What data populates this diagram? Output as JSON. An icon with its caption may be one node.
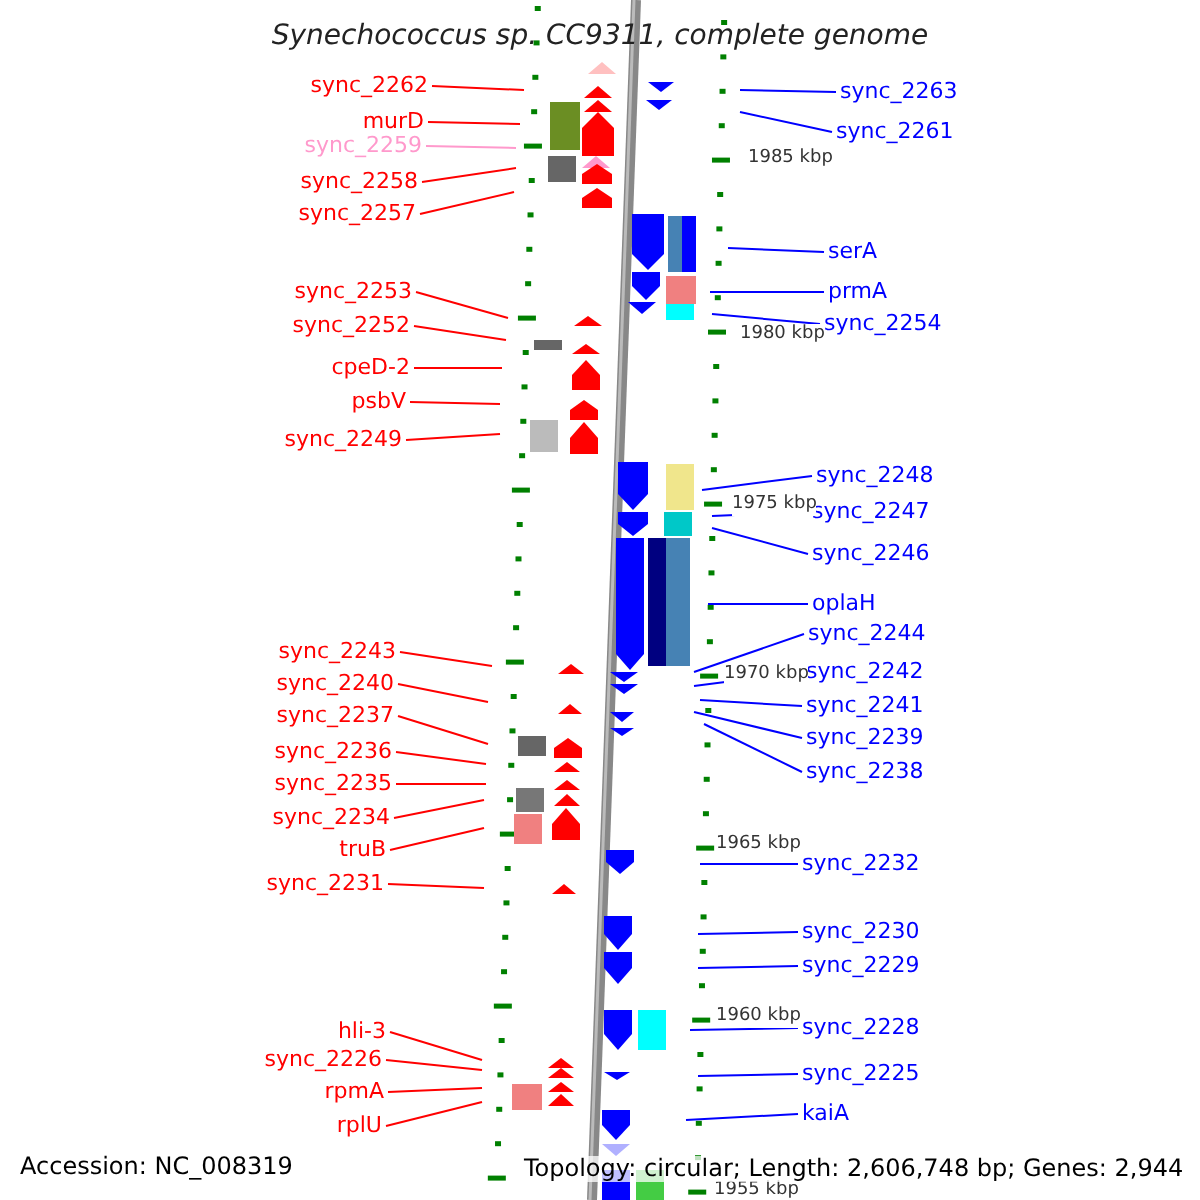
{
  "diagram": {
    "title": "Synechococcus sp. CC9311, complete genome",
    "nodes": [
      {
        "text": [
          "sync_2262"
        ]
      },
      {
        "text": [
          "murD"
        ]
      },
      {
        "text": [
          "sync_2259"
        ]
      },
      {
        "text": [
          "sync_2258"
        ]
      },
      {
        "text": [
          "sync_2257"
        ]
      },
      {
        "text": [
          "sync_2253"
        ]
      },
      {
        "text": [
          "sync_2252"
        ]
      },
      {
        "text": [
          "cpeD-2"
        ]
      },
      {
        "text": [
          "psbV"
        ]
      },
      {
        "text": [
          "sync_2249"
        ]
      },
      {
        "text": [
          "sync_2243"
        ]
      },
      {
        "text": [
          "sync_2240"
        ]
      },
      {
        "text": [
          "sync_2237"
        ]
      },
      {
        "text": [
          "sync_2236"
        ]
      },
      {
        "text": [
          "sync_2235"
        ]
      },
      {
        "text": [
          "sync_2234"
        ]
      },
      {
        "text": [
          "truB"
        ]
      },
      {
        "text": [
          "sync_2231"
        ]
      },
      {
        "text": [
          "hli-3"
        ]
      },
      {
        "text": [
          "sync_2226"
        ]
      },
      {
        "text": [
          "rpmA"
        ]
      },
      {
        "text": [
          "rplU"
        ]
      },
      {
        "text": [
          "sync_2263"
        ]
      },
      {
        "text": [
          "sync_2261"
        ]
      },
      {
        "text": [
          "serA"
        ]
      },
      {
        "text": [
          "prmA"
        ]
      },
      {
        "text": [
          "sync_2254"
        ]
      },
      {
        "text": [
          "sync_2248"
        ]
      },
      {
        "text": [
          "sync_2247"
        ]
      },
      {
        "text": [
          "sync_2246"
        ]
      },
      {
        "text": [
          "oplaH"
        ]
      },
      {
        "text": [
          "sync_2244"
        ]
      },
      {
        "text": [
          "sync_2242"
        ]
      },
      {
        "text": [
          "sync_2241"
        ]
      },
      {
        "text": [
          "sync_2239"
        ]
      },
      {
        "text": [
          "sync_2238"
        ]
      },
      {
        "text": [
          "sync_2232"
        ]
      },
      {
        "text": [
          "sync_2230"
        ]
      },
      {
        "text": [
          "sync_2229"
        ]
      },
      {
        "text": [
          "sync_2228"
        ]
      },
      {
        "text": [
          "sync_2225"
        ]
      },
      {
        "text": [
          "kaiA"
        ]
      }
    ],
    "edges": [
      {
        "from": 0,
        "to": null,
        "arrow": "none"
      },
      {
        "from": 1,
        "to": null,
        "arrow": "none"
      },
      {
        "from": 2,
        "to": null,
        "arrow": "none",
        "color": "#ff99cc"
      },
      {
        "from": 3,
        "to": null,
        "arrow": "none"
      },
      {
        "from": 4,
        "to": null,
        "arrow": "none"
      },
      {
        "from": 5,
        "to": null,
        "arrow": "none"
      },
      {
        "from": 6,
        "to": null,
        "arrow": "none"
      },
      {
        "from": 7,
        "to": null,
        "arrow": "none"
      },
      {
        "from": 8,
        "to": null,
        "arrow": "none"
      },
      {
        "from": 9,
        "to": null,
        "arrow": "none"
      },
      {
        "from": 10,
        "to": null,
        "arrow": "none"
      },
      {
        "from": 11,
        "to": null,
        "arrow": "none"
      },
      {
        "from": 12,
        "to": null,
        "arrow": "none"
      },
      {
        "from": 13,
        "to": null,
        "arrow": "none"
      },
      {
        "from": 14,
        "to": null,
        "arrow": "none"
      },
      {
        "from": 15,
        "to": null,
        "arrow": "none"
      },
      {
        "from": 16,
        "to": null,
        "arrow": "none"
      },
      {
        "from": 17,
        "to": null,
        "arrow": "none"
      },
      {
        "from": 18,
        "to": null,
        "arrow": "none"
      },
      {
        "from": 19,
        "to": null,
        "arrow": "none"
      },
      {
        "from": 20,
        "to": null,
        "arrow": "none"
      },
      {
        "from": 21,
        "to": null,
        "arrow": "none"
      },
      {
        "from": 22,
        "to": null,
        "arrow": "none",
        "color": "#0000ff"
      },
      {
        "from": 23,
        "to": null,
        "arrow": "none",
        "color": "#0000ff"
      },
      {
        "from": 24,
        "to": null,
        "arrow": "none",
        "color": "#0000ff"
      },
      {
        "from": 25,
        "to": null,
        "arrow": "none",
        "color": "#0000ff"
      },
      {
        "from": 26,
        "to": null,
        "arrow": "none",
        "color": "#0000ff"
      },
      {
        "from": 27,
        "to": null,
        "arrow": "none",
        "color": "#0000ff"
      },
      {
        "from": 28,
        "to": null,
        "arrow": "none",
        "color": "#0000ff"
      },
      {
        "from": 29,
        "to": null,
        "arrow": "none",
        "color": "#0000ff"
      },
      {
        "from": 30,
        "to": null,
        "arrow": "none",
        "color": "#0000ff"
      },
      {
        "from": 31,
        "to": null,
        "arrow": "none",
        "color": "#0000ff"
      },
      {
        "from": 32,
        "to": null,
        "arrow": "none",
        "color": "#0000ff"
      },
      {
        "from": 33,
        "to": null,
        "arrow": "none",
        "color": "#0000ff"
      },
      {
        "from": 34,
        "to": null,
        "arrow": "none",
        "color": "#0000ff"
      },
      {
        "from": 35,
        "to": null,
        "arrow": "none",
        "color": "#0000ff"
      },
      {
        "from": 36,
        "to": null,
        "arrow": "none",
        "color": "#0000ff"
      },
      {
        "from": 37,
        "to": null,
        "arrow": "none",
        "color": "#0000ff"
      },
      {
        "from": 38,
        "to": null,
        "arrow": "none",
        "color": "#0000ff"
      },
      {
        "from": 39,
        "to": null,
        "arrow": "none",
        "color": "#0000ff"
      },
      {
        "from": 40,
        "to": null,
        "arrow": "none",
        "color": "#0000ff"
      },
      {
        "from": 41,
        "to": null,
        "arrow": "none",
        "color": "#0000ff"
      }
    ],
    "labels": [
      "1985 kbp",
      "1980 kbp",
      "1975 kbp",
      "1970 kbp",
      "1965 kbp",
      "1960 kbp",
      "1955 kbp",
      "Accession: NC_008319",
      "Topology: circular; Length: 2,606,748 bp; Genes: 2,944"
    ]
  }
}
